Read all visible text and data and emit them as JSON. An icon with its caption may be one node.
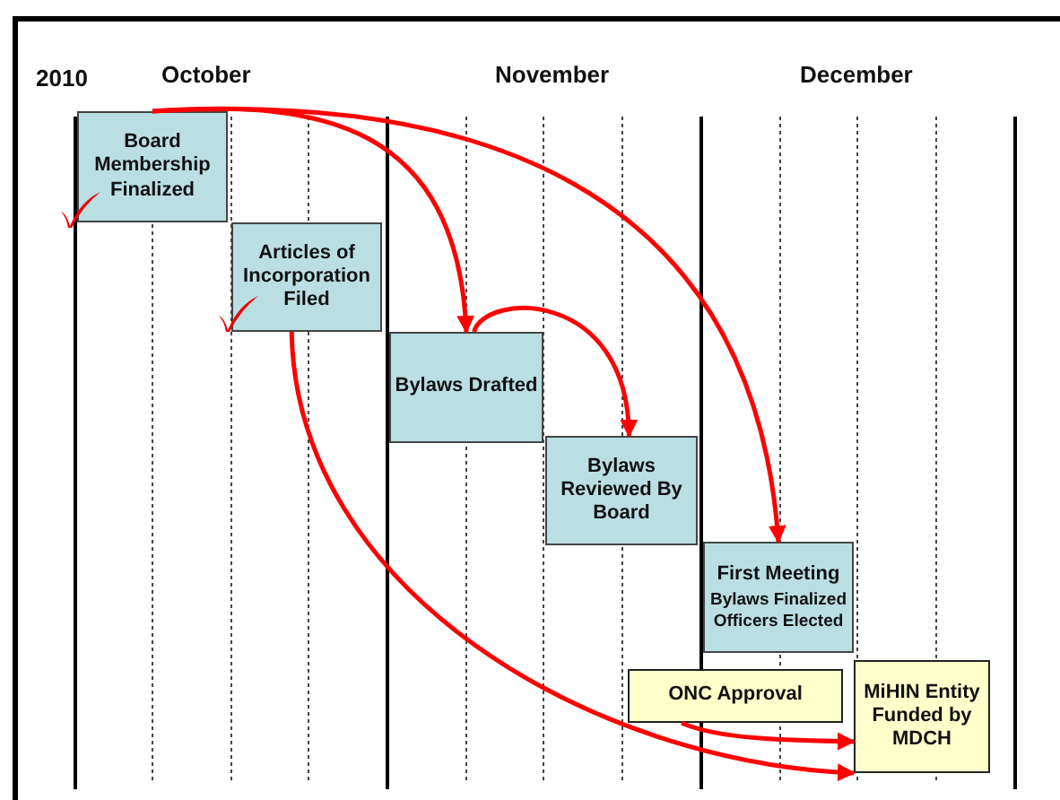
{
  "diagram": {
    "nodes": [
      {
        "text": [
          "Board Membership Finalized"
        ]
      },
      {
        "text": [
          "Articles of Incorporation Filed"
        ]
      },
      {
        "text": [
          "Bylaws Drafted"
        ]
      },
      {
        "text": [
          "Bylaws Reviewed By Board"
        ]
      },
      {
        "text": [
          "First Meeting",
          "Bylaws Finalized Officers Elected"
        ]
      },
      {
        "text": [
          "ONC Approval"
        ]
      },
      {
        "text": [
          "MiHIN Entity Funded by MDCH"
        ]
      }
    ],
    "edges": [
      {
        "from": 0,
        "to": 2,
        "arrow": "to"
      },
      {
        "from": 0,
        "to": 4,
        "arrow": "to"
      },
      {
        "from": 2,
        "to": 3,
        "arrow": "to"
      },
      {
        "from": 1,
        "to": 6,
        "arrow": "to"
      },
      {
        "from": 5,
        "to": 6,
        "arrow": "to"
      }
    ],
    "labels": [
      "2010",
      "October",
      "November",
      "December"
    ]
  }
}
